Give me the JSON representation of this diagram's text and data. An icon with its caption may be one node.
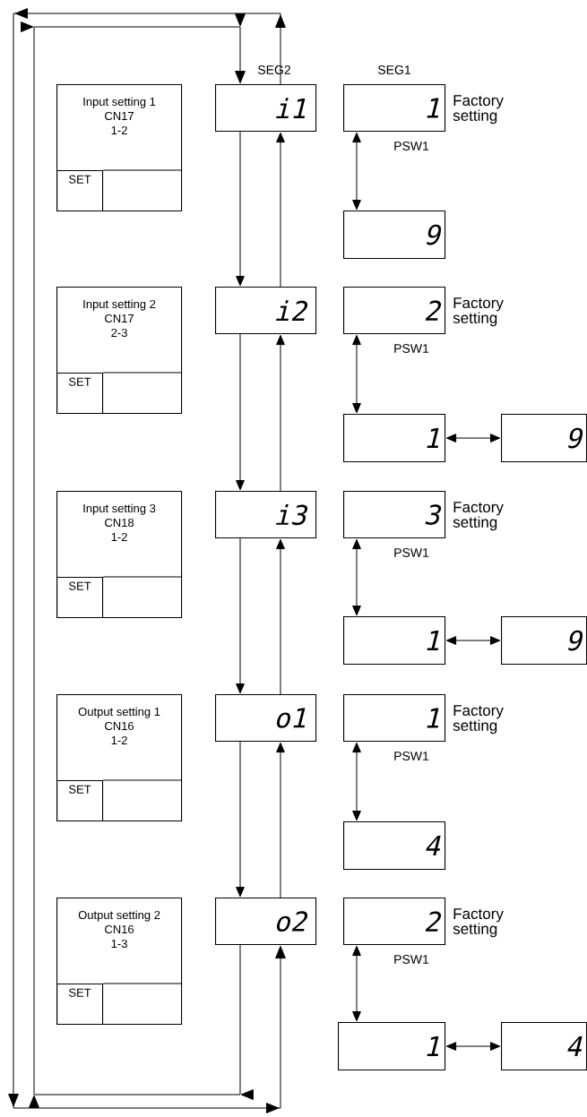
{
  "diagram": {
    "nodes": [
      {
        "text": [
          "Input setting 1",
          "CN17",
          "1-2"
        ]
      },
      {
        "text": [
          "SET"
        ],
        "in": 0
      },
      {
        "text": [
          "i1"
        ]
      },
      {
        "text": [
          "1"
        ],
        "beside": [
          "Factory setting"
        ]
      },
      {
        "text": [
          "9"
        ]
      },
      {
        "text": [
          "Input setting 2",
          "CN17",
          "2-3"
        ]
      },
      {
        "text": [
          "SET"
        ],
        "in": 5
      },
      {
        "text": [
          "i2"
        ]
      },
      {
        "text": [
          "2"
        ],
        "beside": [
          "Factory setting"
        ]
      },
      {
        "text": [
          "1"
        ]
      },
      {
        "text": [
          "9"
        ]
      },
      {
        "text": [
          "Input setting 3",
          "CN18",
          "1-2"
        ]
      },
      {
        "text": [
          "SET"
        ],
        "in": 11
      },
      {
        "text": [
          "i3"
        ]
      },
      {
        "text": [
          "3"
        ],
        "beside": [
          "Factory setting"
        ]
      },
      {
        "text": [
          "1"
        ]
      },
      {
        "text": [
          "9"
        ]
      },
      {
        "text": [
          "Output setting 1",
          "CN16",
          "1-2"
        ]
      },
      {
        "text": [
          "SET"
        ],
        "in": 17
      },
      {
        "text": [
          "o1"
        ]
      },
      {
        "text": [
          "1"
        ],
        "beside": [
          "Factory setting"
        ]
      },
      {
        "text": [
          "4"
        ]
      },
      {
        "text": [
          "Output setting 2",
          "CN16",
          "1-3"
        ]
      },
      {
        "text": [
          "SET"
        ],
        "in": 22
      },
      {
        "text": [
          "o2"
        ]
      },
      {
        "text": [
          "2"
        ],
        "beside": [
          "Factory setting"
        ]
      },
      {
        "text": [
          "1"
        ]
      },
      {
        "text": [
          "4"
        ]
      }
    ],
    "edges": [
      {
        "from": 3,
        "to": 4,
        "arrow": "both",
        "label": "PSW1"
      },
      {
        "from": 2,
        "to": 7,
        "arrow": "to"
      },
      {
        "from": 7,
        "to": 2,
        "arrow": "to"
      },
      {
        "from": 8,
        "to": 9,
        "arrow": "both",
        "label": "PSW1"
      },
      {
        "from": 9,
        "to": 10,
        "arrow": "both"
      },
      {
        "from": 7,
        "to": 13,
        "arrow": "to"
      },
      {
        "from": 13,
        "to": 7,
        "arrow": "to"
      },
      {
        "from": 14,
        "to": 15,
        "arrow": "both",
        "label": "PSW1"
      },
      {
        "from": 15,
        "to": 16,
        "arrow": "both"
      },
      {
        "from": 13,
        "to": 19,
        "arrow": "to"
      },
      {
        "from": 19,
        "to": 13,
        "arrow": "to"
      },
      {
        "from": 20,
        "to": 21,
        "arrow": "both",
        "label": "PSW1"
      },
      {
        "from": 19,
        "to": 24,
        "arrow": "to"
      },
      {
        "from": 24,
        "to": 19,
        "arrow": "to"
      },
      {
        "from": 25,
        "to": 26,
        "arrow": "both",
        "label": "PSW1"
      },
      {
        "from": 26,
        "to": 27,
        "arrow": "both"
      },
      {
        "from": 24,
        "to": 2,
        "arrow": "to"
      },
      {
        "from": 2,
        "to": 24,
        "arrow": "to"
      }
    ],
    "labels": [
      "SEG2",
      "SEG1"
    ]
  }
}
